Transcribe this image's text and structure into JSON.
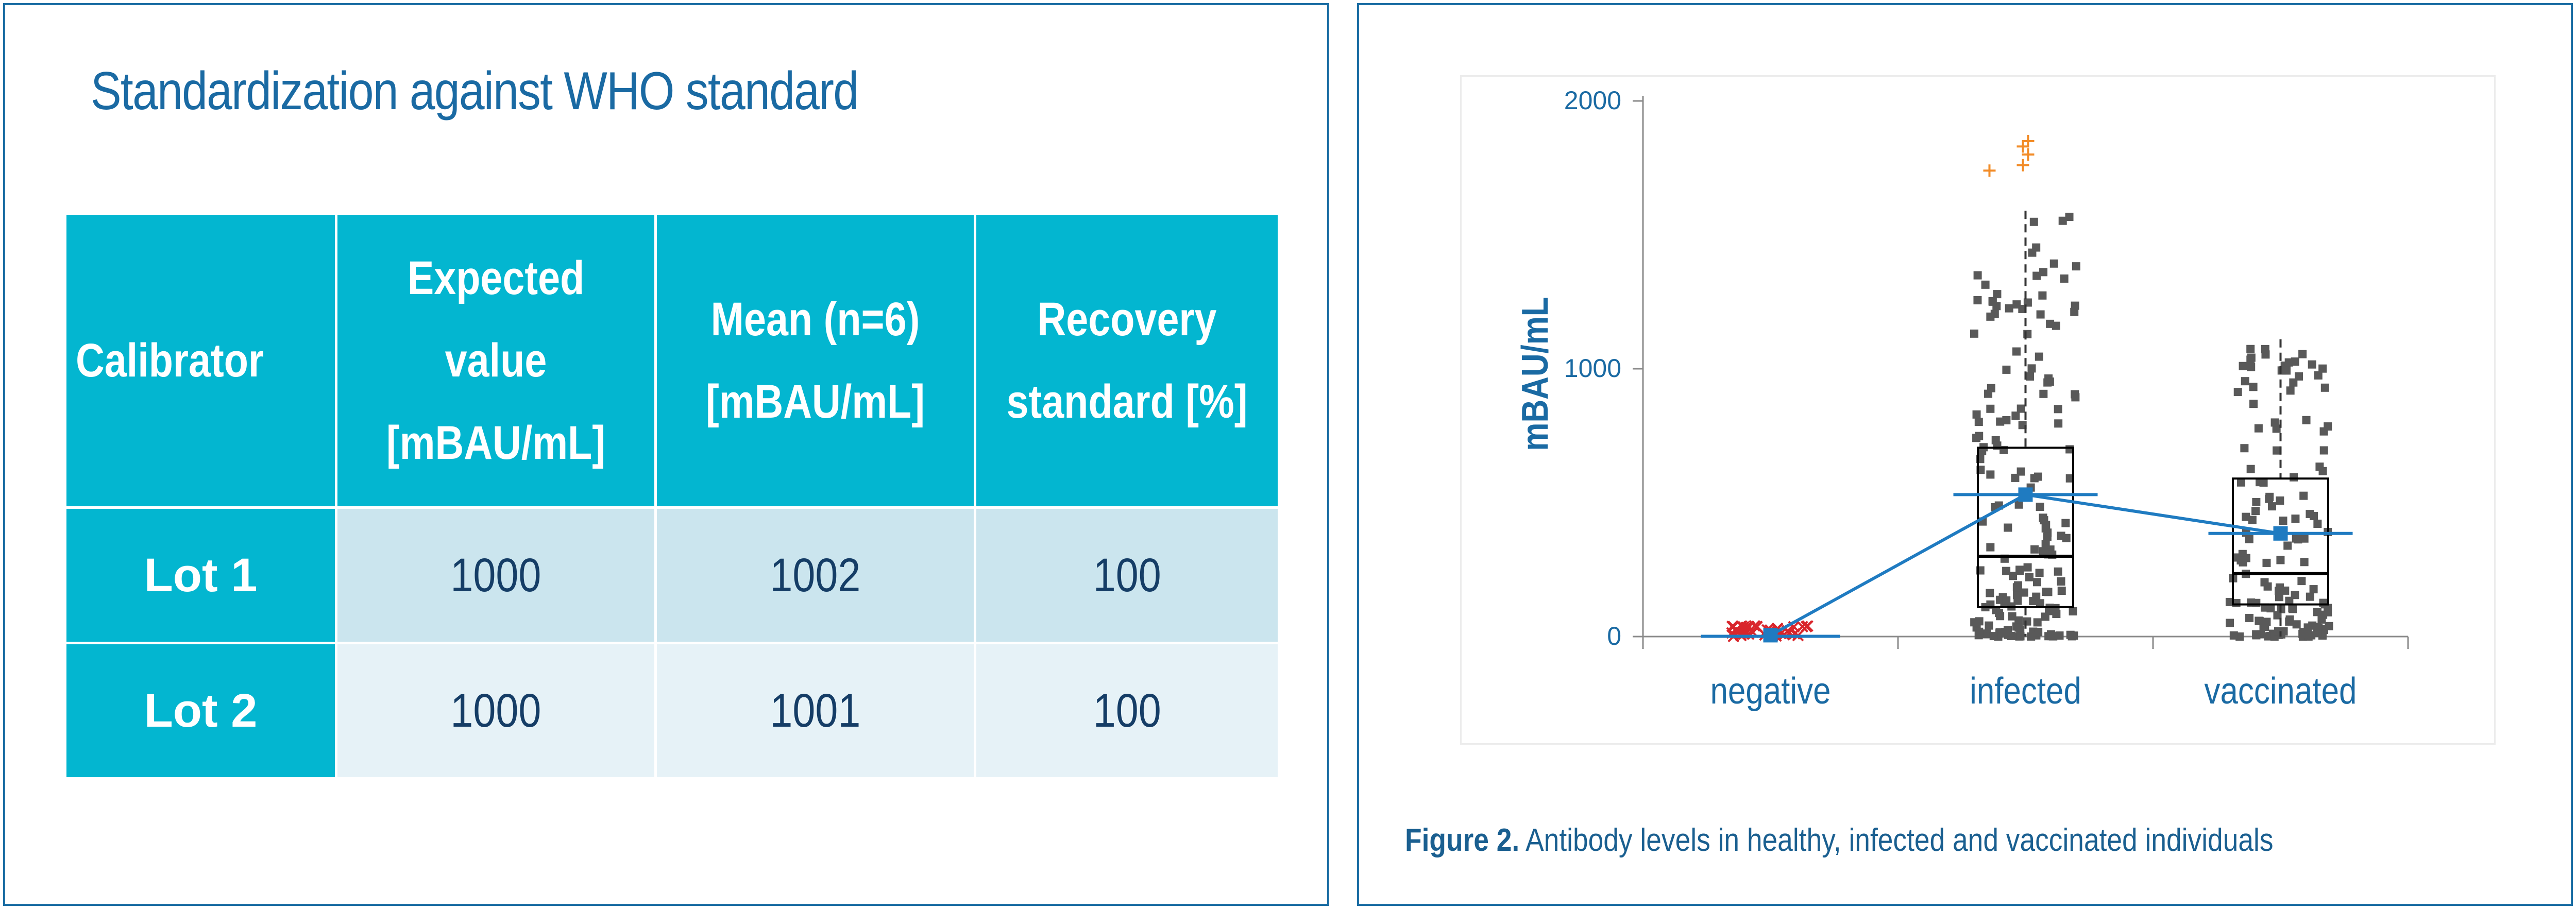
{
  "left_slide": {
    "title": "Standardization against WHO standard",
    "table": {
      "headers": [
        "Calibrator",
        "Expected value [mBAU/mL]",
        "Mean (n=6) [mBAU/mL]",
        "Recovery standard [%]"
      ],
      "rows": [
        {
          "label": "Lot 1",
          "expected": "1000",
          "mean": "1002",
          "recovery": "100"
        },
        {
          "label": "Lot 2",
          "expected": "1000",
          "mean": "1001",
          "recovery": "100"
        }
      ]
    }
  },
  "caption": {
    "label": "Figure 2.",
    "text": "Antibody levels in healthy, infected and vaccinated individuals"
  },
  "chart_data": {
    "type": "box_scatter",
    "title": "",
    "xlabel": "",
    "ylabel": "mBAU/mL",
    "ylim": [
      0,
      2000
    ],
    "yticks": [
      0,
      1000,
      2000
    ],
    "grid": false,
    "categories": [
      "negative",
      "infected",
      "vaccinated"
    ],
    "colors": {
      "axis_text": "#1a6aa3",
      "points": "#595959",
      "negative_points": "#d9262c",
      "outliers": "#f28c28",
      "mean_line": "#1f7bc1",
      "box": "#000000"
    },
    "boxes": [
      {
        "category": "negative",
        "q1": 0,
        "median": 1,
        "q3": 3,
        "whisker_low": 0,
        "whisker_high": 10,
        "mean": 5
      },
      {
        "category": "infected",
        "q1": 110,
        "median": 300,
        "q3": 705,
        "whisker_low": 0,
        "whisker_high": 1590,
        "mean": 530,
        "outliers": [
          1740,
          1760,
          1800,
          1830,
          1850
        ]
      },
      {
        "category": "vaccinated",
        "q1": 120,
        "median": 235,
        "q3": 590,
        "whisker_low": 0,
        "whisker_high": 1110,
        "mean": 385
      }
    ],
    "mean_line": [
      5,
      530,
      385
    ],
    "point_counts": {
      "negative": 40,
      "infected": 170,
      "vaccinated": 140
    }
  }
}
